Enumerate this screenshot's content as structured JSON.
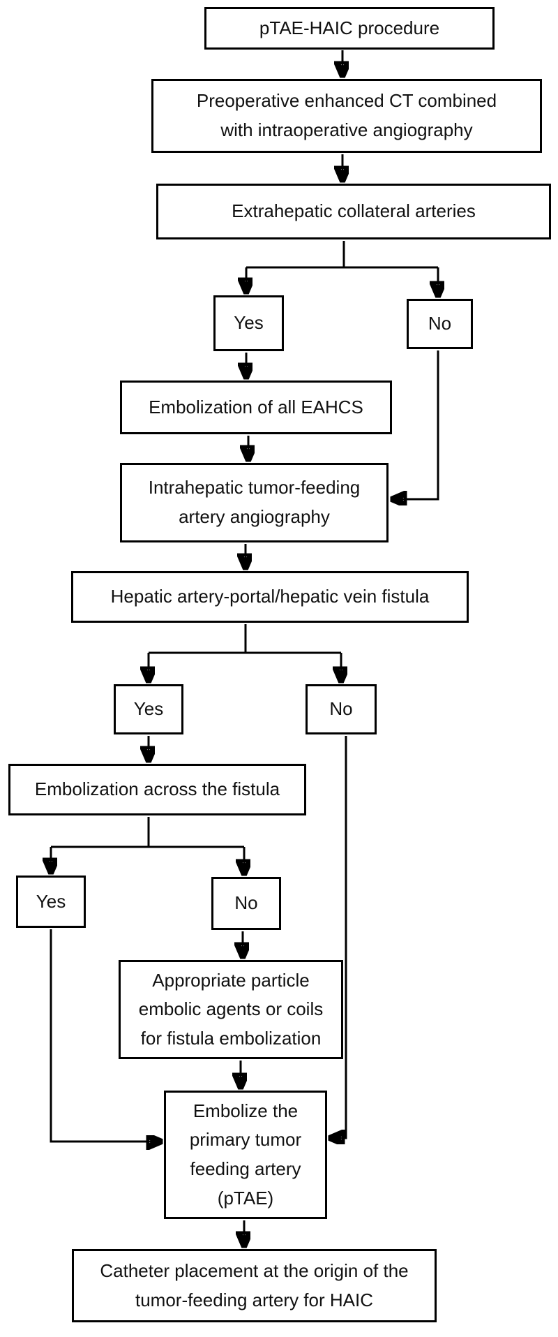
{
  "diagram": {
    "background_color": "#ffffff",
    "line_color": "#000000",
    "text_color": "#111111"
  },
  "nodes": [
    {
      "id": "start",
      "label": "pTAE-HAIC procedure"
    },
    {
      "id": "preop-ct",
      "label": "Preoperative enhanced CT combined\nwith intraoperative angiography"
    },
    {
      "id": "extrahepatic",
      "label": "Extrahepatic collateral arteries"
    },
    {
      "id": "eahcs-yes",
      "label": "Yes"
    },
    {
      "id": "eahcs-no",
      "label": "No"
    },
    {
      "id": "embolize-eahcs",
      "label": "Embolization of all EAHCS"
    },
    {
      "id": "intrahepatic-angio",
      "label": "Intrahepatic tumor-feeding\nartery angiography"
    },
    {
      "id": "fistula-check",
      "label": "Hepatic artery-portal/hepatic vein fistula"
    },
    {
      "id": "fistula-yes",
      "label": "Yes"
    },
    {
      "id": "fistula-no",
      "label": "No"
    },
    {
      "id": "embolize-fistula",
      "label": "Embolization across the fistula"
    },
    {
      "id": "across-yes",
      "label": "Yes"
    },
    {
      "id": "across-no",
      "label": "No"
    },
    {
      "id": "embolic-agents",
      "label": "Appropriate particle\nembolic agents or coils\nfor fistula embolization"
    },
    {
      "id": "ptae",
      "label": "Embolize the\nprimary tumor\nfeeding artery\n(pTAE)"
    },
    {
      "id": "catheter-placement",
      "label": "Catheter placement at the origin of the\ntumor-feeding artery for HAIC"
    }
  ]
}
